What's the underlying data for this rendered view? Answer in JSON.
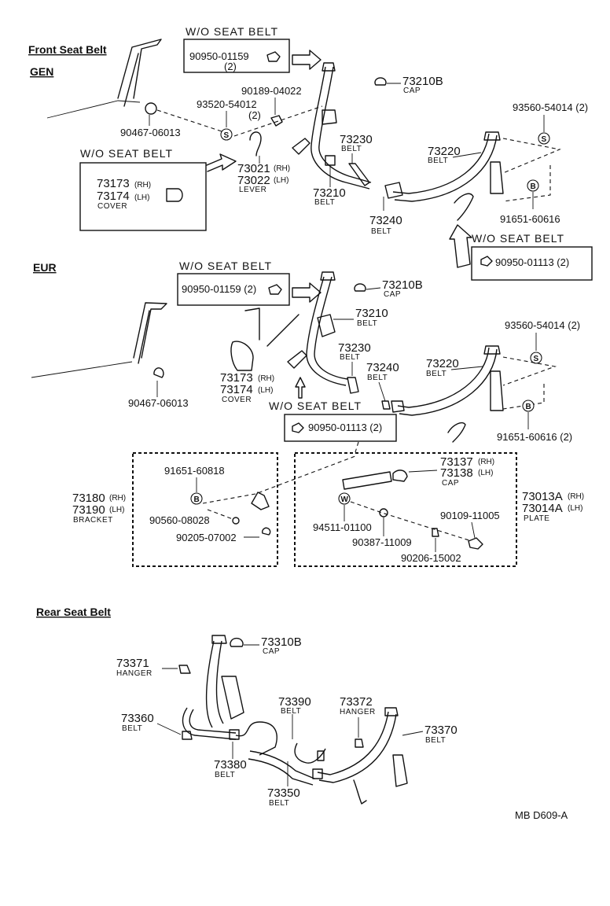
{
  "headings": {
    "front": "Front Seat Belt",
    "gen": "GEN",
    "eur": "EUR",
    "rear": "Rear Seat Belt"
  },
  "wo_label": "W/O SEAT BELT",
  "symbols": {
    "s": "S",
    "b": "B",
    "w": "W"
  },
  "gen": {
    "p90950_01159": "90950-01159",
    "p90950_01159_qty": "(2)",
    "p73210b": "73210B",
    "cap": "CAP",
    "p90189_04022": "90189-04022",
    "p93520_54012": "93520-54012",
    "p93520_qty": "(2)",
    "p90467_06013": "90467-06013",
    "p93560_54014": "93560-54014 (2)",
    "p73230": "73230",
    "belt": "BELT",
    "p73220": "73220",
    "p73021": "73021",
    "rh": "(RH)",
    "p73022": "73022",
    "lh": "(LH)",
    "lever": "LEVER",
    "p73173": "73173",
    "p73174": "73174",
    "cover": "COVER",
    "p73210": "73210",
    "p73240": "73240",
    "p91651_60616": "91651-60616",
    "p90950_01113": "90950-01113 (2)"
  },
  "eur": {
    "p90950_01159": "90950-01159 (2)",
    "p73210b": "73210B",
    "p73210": "73210",
    "p93560_54014": "93560-54014 (2)",
    "p73230": "73230",
    "p73240": "73240",
    "p73220": "73220",
    "p73173": "73173",
    "p73174": "73174",
    "p90467_06013": "90467-06013",
    "p90950_01113": "90950-01113 (2)",
    "p91651_60616": "91651-60616 (2)",
    "p91651_60818": "91651-60818",
    "p73180": "73180",
    "p73190": "73190",
    "bracket": "BRACKET",
    "p90560_08028": "90560-08028",
    "p90205_07002": "90205-07002",
    "p73137": "73137",
    "p73138": "73138",
    "p73013a": "73013A",
    "p73014a": "73014A",
    "plate": "PLATE",
    "p94511_01100": "94511-01100",
    "p90387_11009": "90387-11009",
    "p90109_11005": "90109-11005",
    "p90206_15002": "90206-15002"
  },
  "rear": {
    "p73310b": "73310B",
    "p73371": "73371",
    "hanger": "HANGER",
    "p73390": "73390",
    "p73372": "73372",
    "p73360": "73360",
    "p73370": "73370",
    "p73380": "73380",
    "p73350": "73350"
  },
  "footer": {
    "code": "MB  D609-A"
  }
}
